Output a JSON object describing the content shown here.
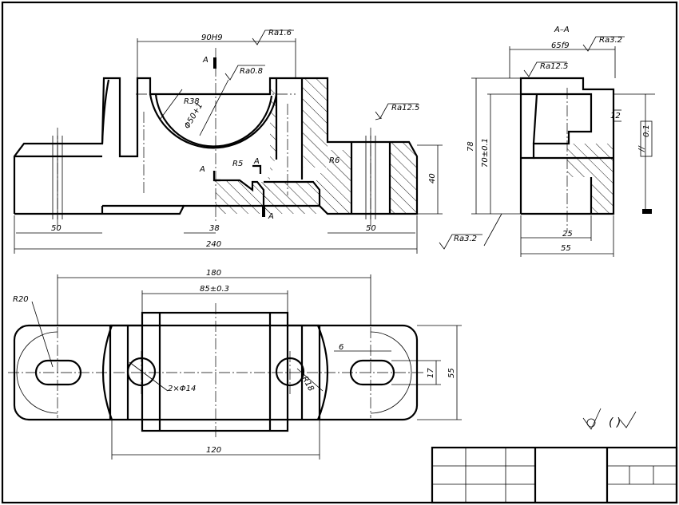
{
  "section_title": "A–A",
  "cut_marks": {
    "a1": "A",
    "a2": "A",
    "a3": "A",
    "a4": "A"
  },
  "dimensions": {
    "bore_fit": "90H9",
    "r38": "R38",
    "phi50": "Φ50+1",
    "r5": "R5",
    "r6": "R6",
    "h40": "40",
    "l50_left": "50",
    "l38": "38",
    "l50_right": "50",
    "l240": "240",
    "w65": "65f9",
    "h78": "78",
    "h70": "70±0.1",
    "w12": "12",
    "w25": "25",
    "w55": "55",
    "l180": "180",
    "l85": "85±0.3",
    "r20": "R20",
    "two_phi14": "2×Φ14",
    "r18": "R18",
    "d6": "6",
    "d17": "17",
    "d55_plan": "55",
    "l120": "120"
  },
  "roughness": {
    "ra16": "Ra1.6",
    "ra08": "Ra0.8",
    "ra125_front": "Ra12.5",
    "ra32_side": "Ra3.2",
    "ra125_side": "Ra12.5",
    "ra32_base": "Ra3.2"
  },
  "tolerance": {
    "symbol": "//",
    "value": "0.1"
  },
  "general_note": "(  )"
}
